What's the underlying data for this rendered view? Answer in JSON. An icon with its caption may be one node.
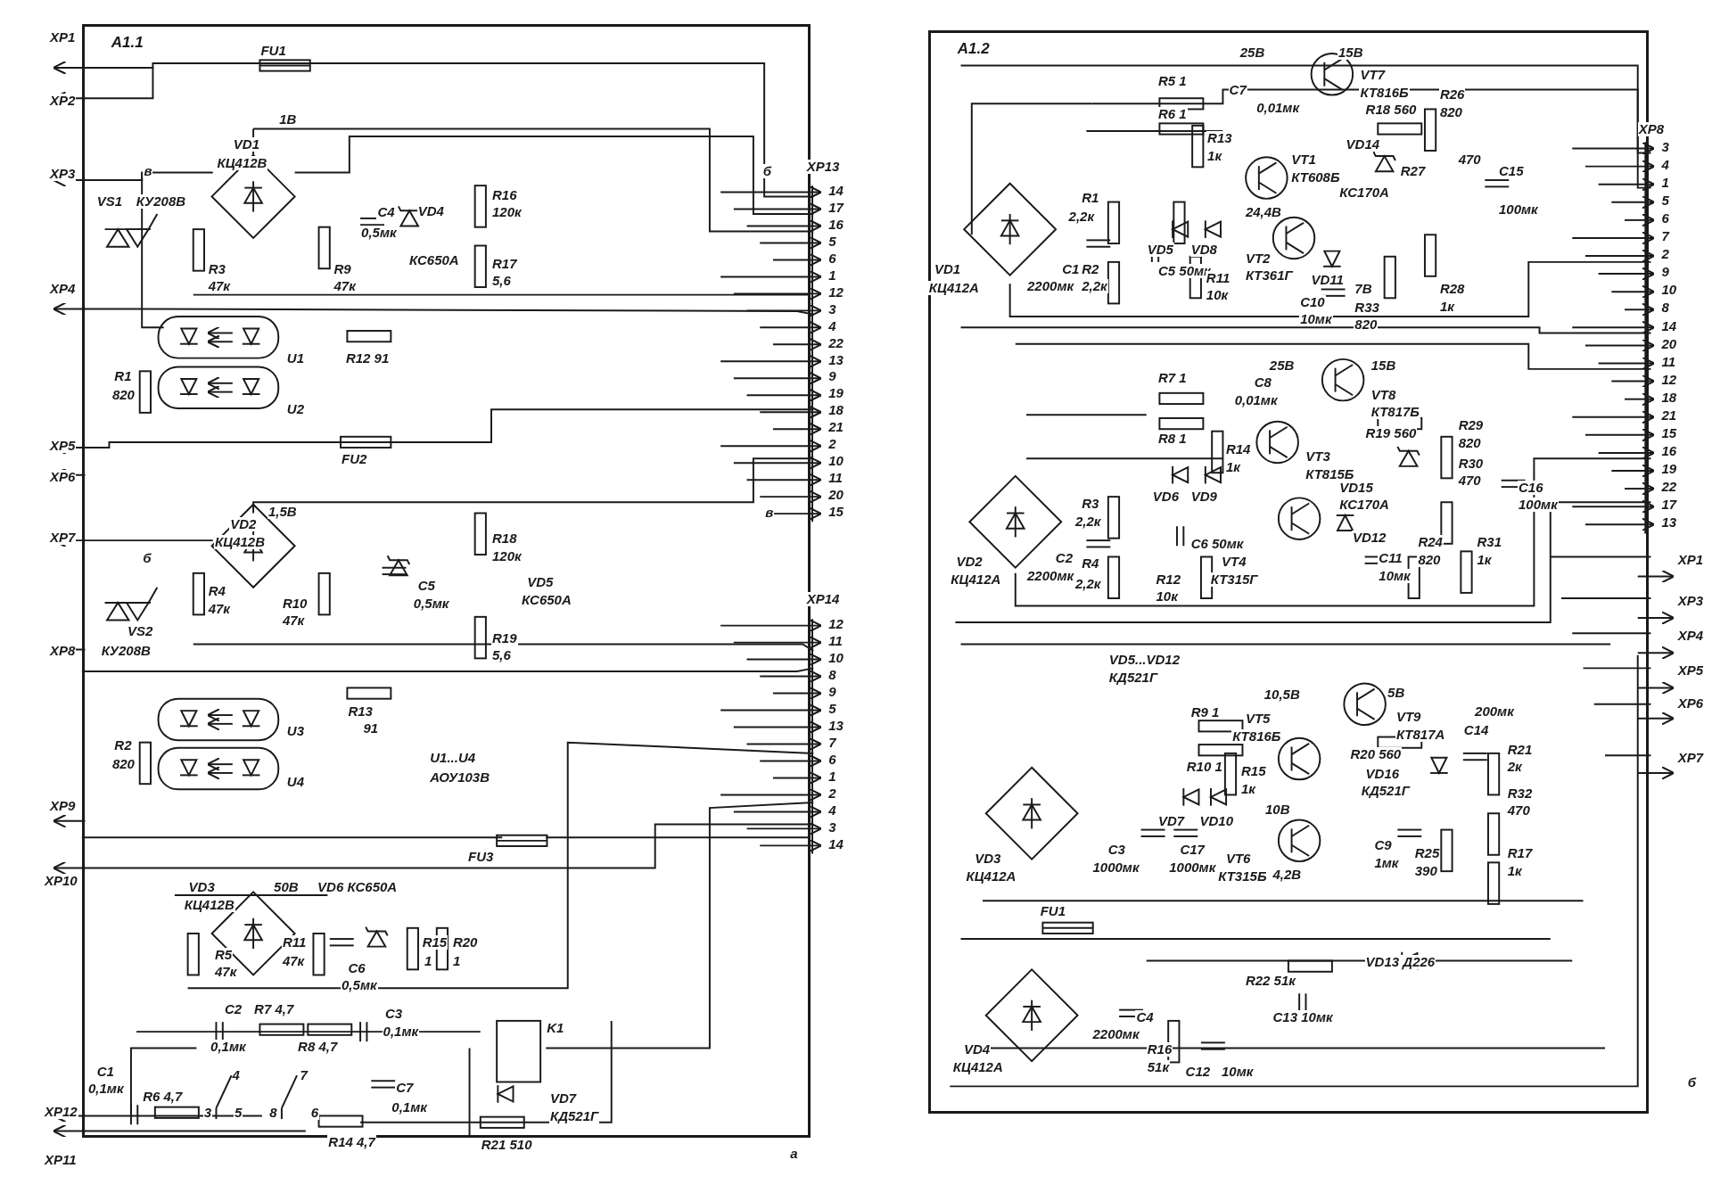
{
  "diagram": {
    "nodes": [
      {
        "text": [
          "A1.1"
        ]
      },
      {
        "text": [
          "A1.2"
        ]
      }
    ],
    "labels": [
      "XP1",
      "XP2",
      "FU1",
      "1В",
      "VD1",
      "КЦ412В",
      "XP3",
      "в",
      "VS1",
      "КУ208В",
      "C4",
      "0,5мк",
      "VD4",
      "КС650А",
      "R16",
      "120к",
      "R3",
      "47к",
      "R9",
      "47к",
      "R17",
      "5,6",
      "б",
      "XP13",
      "14",
      "17",
      "16",
      "5",
      "6",
      "1",
      "12",
      "3",
      "4",
      "22",
      "13",
      "9",
      "19",
      "18",
      "21",
      "2",
      "10",
      "11",
      "20",
      "15",
      "XP4",
      "U1",
      "R12 91",
      "R1",
      "820",
      "U2",
      "XP5",
      "FU2",
      "XP6",
      "1,5В",
      "в",
      "VD2",
      "КЦ412В",
      "б",
      "XP7",
      "R4",
      "47к",
      "C5",
      "R10",
      "0,5мк",
      "47к",
      "VD5",
      "КС650А",
      "R18",
      "120к",
      "R19",
      "5,6",
      "VS2",
      "XP8",
      "КУ208В",
      "XP14",
      "12",
      "11",
      "10",
      "8",
      "9",
      "5",
      "13",
      "7",
      "6",
      "1",
      "2",
      "4",
      "3",
      "14",
      "R13",
      "U3",
      "91",
      "R2",
      "820",
      "U4",
      "U1...U4",
      "АОУ103В",
      "XP9",
      "FU3",
      "XP10",
      "VD3",
      "КЦ412В",
      "50В",
      "VD6 КС650А",
      "R5",
      "47к",
      "R11",
      "47к",
      "C6",
      "0,5мк",
      "R15",
      "1",
      "R20",
      "1",
      "C2",
      "0,1мк",
      "R7 4,7",
      "C3",
      "0,1мк",
      "R8 4,7",
      "K1",
      "C1",
      "0,1мк",
      "R6 4,7",
      "4",
      "7",
      "3",
      "5",
      "8",
      "6",
      "C7",
      "0,1мк",
      "VD7",
      "КД521Г",
      "XP12",
      "R14 4,7",
      "R21 510",
      "XP11",
      "а",
      "R5 1",
      "25В",
      "15В",
      "C7",
      "0,01мк",
      "VT7",
      "КТ816Б",
      "R6 1",
      "R18 560",
      "R26",
      "820",
      "XP8",
      "3",
      "4",
      "1",
      "5",
      "6",
      "7",
      "2",
      "9",
      "10",
      "8",
      "14",
      "20",
      "11",
      "12",
      "18",
      "21",
      "15",
      "16",
      "19",
      "22",
      "17",
      "13",
      "R13",
      "1к",
      "VT1",
      "КТ608Б",
      "VD14",
      "КС170А",
      "R27",
      "470",
      "C15",
      "100мк",
      "R1",
      "2,2к",
      "VD5",
      "VD8",
      "24,4В",
      "VD11",
      "C5 50мк",
      "VT2",
      "КТ361Г",
      "7В",
      "VD1",
      "КЦ412А",
      "C1",
      "2200мк",
      "R2",
      "2,2к",
      "R11",
      "10к",
      "C10",
      "10мк",
      "R33",
      "820",
      "R28",
      "1к",
      "25В",
      "15В",
      "R7 1",
      "C8",
      "0,01мк",
      "VT8",
      "КТ817Б",
      "R19 560",
      "R29",
      "820",
      "R8 1",
      "VT3",
      "КТ815Б",
      "R14",
      "1к",
      "VD15",
      "КС170А",
      "R30",
      "470",
      "C16",
      "100мк",
      "VD6",
      "VD9",
      "R3",
      "2,2к",
      "C6 50мк",
      "VD12",
      "VD2",
      "КЦ412А",
      "C2",
      "2200мк",
      "R4",
      "2,2к",
      "R12",
      "10к",
      "VT4",
      "КТ315Г",
      "C11",
      "10мк",
      "R24",
      "820",
      "R31",
      "1к",
      "XP1",
      "XP3",
      "XP4",
      "XP5",
      "XP6",
      "XP7",
      "VD5...VD12",
      "КД521Г",
      "10,5В",
      "5В",
      "R9 1",
      "VT9",
      "КТ817А",
      "VT5",
      "КТ816Б",
      "C14",
      "200мк",
      "R10 1",
      "R20 560",
      "R21",
      "2к",
      "R15",
      "1к",
      "VD16",
      "КД521Г",
      "R32",
      "470",
      "VD7",
      "VD10",
      "10В",
      "VT6",
      "КТ315Б",
      "C9",
      "1мк",
      "R25",
      "390",
      "R17",
      "1к",
      "C3",
      "1000мк",
      "C17",
      "1000мк",
      "VD3",
      "КЦ412А",
      "4,2В",
      "FU1",
      "R22 51к",
      "VD13 Д226",
      "VD4",
      "КЦ412А",
      "C4",
      "2200мк",
      "R16",
      "51к",
      "C13 10мк",
      "C12",
      "10мк",
      "б"
    ]
  }
}
